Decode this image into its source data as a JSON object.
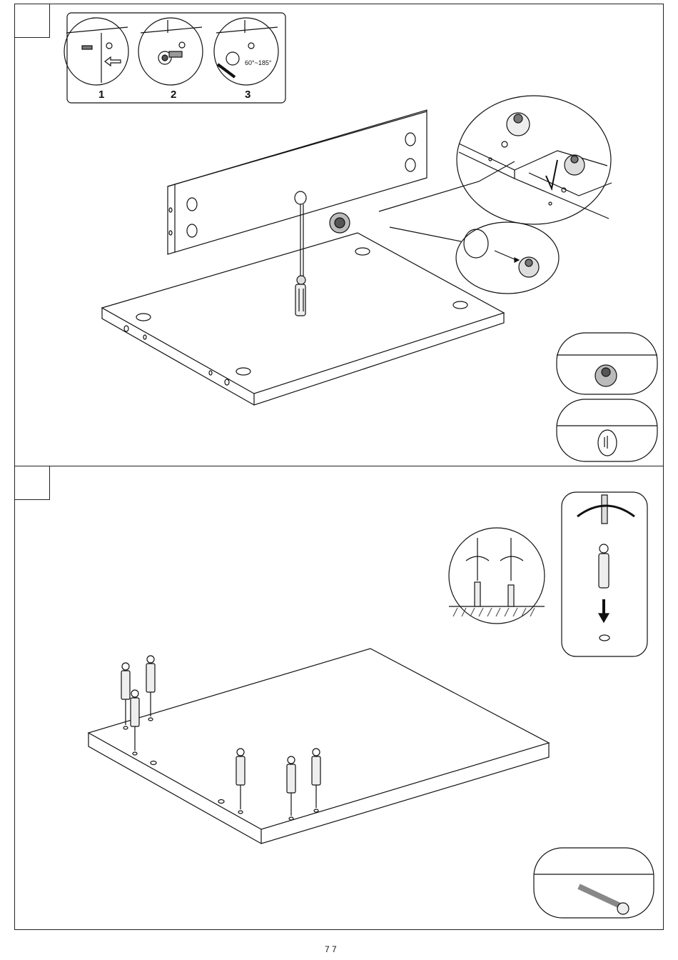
{
  "page": {
    "footer": "7 7"
  },
  "step_a": {
    "inset_labels": [
      "1",
      "2",
      "3"
    ],
    "angle_text": "60°~185°",
    "parts": [
      {
        "icon": "cam-lock-icon"
      },
      {
        "icon": "dowel-cap-icon"
      }
    ]
  },
  "step_b": {
    "parts": [
      {
        "icon": "cam-bolt-icon"
      }
    ]
  }
}
